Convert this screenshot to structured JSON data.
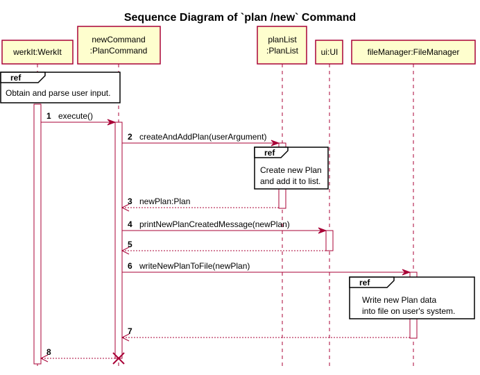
{
  "title": "Sequence Diagram of `plan /new` Command",
  "colors": {
    "participant_fill": "#FEFECE",
    "participant_border": "#A80036",
    "arrow": "#A80036",
    "lifeline": "#A80036",
    "ref_border": "#000000",
    "destroy": "#A80036"
  },
  "participants": [
    {
      "id": "werkit",
      "lines": [
        "werkIt:WerkIt"
      ]
    },
    {
      "id": "newcommand",
      "lines": [
        "newCommand",
        ":PlanCommand"
      ]
    },
    {
      "id": "planlist",
      "lines": [
        "planList",
        ":PlanList"
      ]
    },
    {
      "id": "ui",
      "lines": [
        "ui:UI"
      ]
    },
    {
      "id": "filemanager",
      "lines": [
        "fileManager:FileManager"
      ]
    }
  ],
  "messages": [
    {
      "num": "1",
      "label": "execute()",
      "from": "werkit",
      "to": "newcommand",
      "style": "sync"
    },
    {
      "num": "2",
      "label": "createAndAddPlan(userArgument)",
      "from": "newcommand",
      "to": "planlist",
      "style": "sync"
    },
    {
      "num": "3",
      "label": "newPlan:Plan",
      "from": "planlist",
      "to": "newcommand",
      "style": "return"
    },
    {
      "num": "4",
      "label": "printNewPlanCreatedMessage(newPlan)",
      "from": "newcommand",
      "to": "ui",
      "style": "sync"
    },
    {
      "num": "5",
      "label": "",
      "from": "ui",
      "to": "newcommand",
      "style": "return"
    },
    {
      "num": "6",
      "label": "writeNewPlanToFile(newPlan)",
      "from": "newcommand",
      "to": "filemanager",
      "style": "sync"
    },
    {
      "num": "7",
      "label": "",
      "from": "filemanager",
      "to": "newcommand",
      "style": "return"
    },
    {
      "num": "8",
      "label": "",
      "from": "newcommand",
      "to": "werkit",
      "style": "return"
    }
  ],
  "refs": [
    {
      "tag": "ref",
      "lines": [
        "Obtain and parse user input."
      ]
    },
    {
      "tag": "ref",
      "lines": [
        "Create new Plan",
        "and add it to list."
      ]
    },
    {
      "tag": "ref",
      "lines": [
        "Write new Plan data",
        "into file on user's system."
      ]
    }
  ],
  "destroyed": "newcommand"
}
